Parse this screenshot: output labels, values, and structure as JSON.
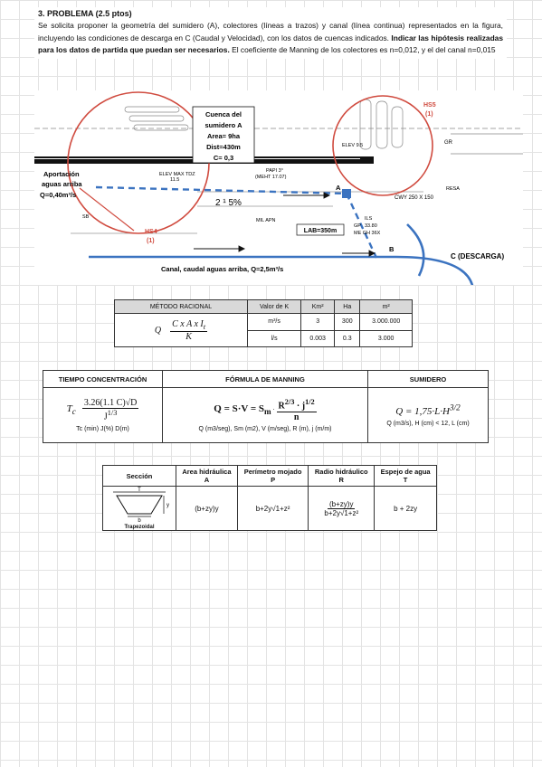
{
  "problem": {
    "title": "3. PROBLEMA (2.5 ptos)",
    "text_part1": "Se solicita proponer la geometría del sumidero (A), colectores (líneas a trazos) y canal (línea continua) representados en la figura, incluyendo las condiciones de descarga en C (Caudal y Velocidad), con los datos de cuencas indicados.",
    "text_bold": "Indicar las hipótesis realizadas para los datos de partida que puedan ser necesarios.",
    "text_part2": "El coeficiente de Manning de los colectores es n=0,012, y el del canal n=0,015"
  },
  "figure": {
    "cuenca_label_1": "Cuenca del",
    "cuenca_label_2": "sumidero A",
    "cuenca_area": "Area= 9ha",
    "cuenca_dist": "Dist=430m",
    "cuenca_c": "C= 0,3",
    "hs5_label": "HS5",
    "hs5_num": "(1)",
    "hs4_label": "HS4",
    "hs4_num": "(1)",
    "aportacion_1": "Aportación",
    "aportacion_2": "aguas arriba",
    "aportacion_q": "Q=0,40m³/s",
    "lab_label": "LAB=350m",
    "point_a": "A",
    "point_b": "B",
    "point_c": "C (DESCARGA)",
    "canal_label": "Canal, caudal aguas arriba, Q=2,5m³/s",
    "slope_label": "2 ¹ 5%",
    "elev_max_tdz": "ELEV MAX TDZ",
    "elev_max_val": "11.5",
    "papi_label": "PAPI 3°",
    "meht_label": "(MEHT 17.07)",
    "elev95": "ELEV 9.5",
    "cwy_label": "CWY 250 X 150",
    "resa_label": "RESA",
    "mil_apn": "MIL APN",
    "ils_label": "ILS",
    "gp_label": "GP",
    "gp_val": "33.80",
    "me_label": "ME GH 36X",
    "sb_label": "SB",
    "gr_label": "GR"
  },
  "table_metodo": {
    "headers": [
      "MÉTODO RACIONAL",
      "Valor de K",
      "Km²",
      "Ha",
      "m²"
    ],
    "q_symbol": "Q",
    "formula_num": "C x A x I",
    "formula_sub": "t",
    "formula_den": "K",
    "row1": [
      "m³/s",
      "3",
      "300",
      "3.000.000"
    ],
    "row2": [
      "l/s",
      "0.003",
      "0.3",
      "3.000"
    ]
  },
  "table_formulas": {
    "headers": [
      "TIEMPO CONCENTRACIÓN",
      "FÓRMULA DE MANNING",
      "SUMIDERO"
    ],
    "tc_symbol": "T",
    "tc_sub": "c",
    "tc_num": "3.26(1.1  C)√D",
    "tc_den": "J",
    "tc_den_exp": "1/3",
    "tc_units": "Tc (min) J(%) D(m)",
    "manning_lhs": "Q = S·V = S",
    "manning_sub": "m",
    "manning_num": "R",
    "manning_num_exp": "2/3",
    "manning_j": "· j",
    "manning_j_exp": "1/2",
    "manning_den": "n",
    "manning_units": "Q (m3/seg), Sm (m2), V (m/seg), R (m), j (m/m)",
    "sumidero_formula": "Q = 1,75·L·H",
    "sumidero_exp": "3/2",
    "sumidero_units": "Q (m3/s), H (cm) < 12, L (cm)"
  },
  "table_seccion": {
    "headers": [
      {
        "l1": "Sección",
        "l2": ""
      },
      {
        "l1": "Area hidráulica",
        "l2": "A"
      },
      {
        "l1": "Perímetro mojado",
        "l2": "P"
      },
      {
        "l1": "Radio hidráulico",
        "l2": "R"
      },
      {
        "l1": "Espejo de agua",
        "l2": "T"
      }
    ],
    "section_name": "Trapezoidal",
    "label_t": "T",
    "label_b": "b",
    "label_y": "y",
    "area": "(b+zy)y",
    "perimetro": "b+2y√1+z²",
    "radio_num": "(b+zy)y",
    "radio_den": "b+2y√1+z²",
    "espejo": "b + 2zy"
  }
}
